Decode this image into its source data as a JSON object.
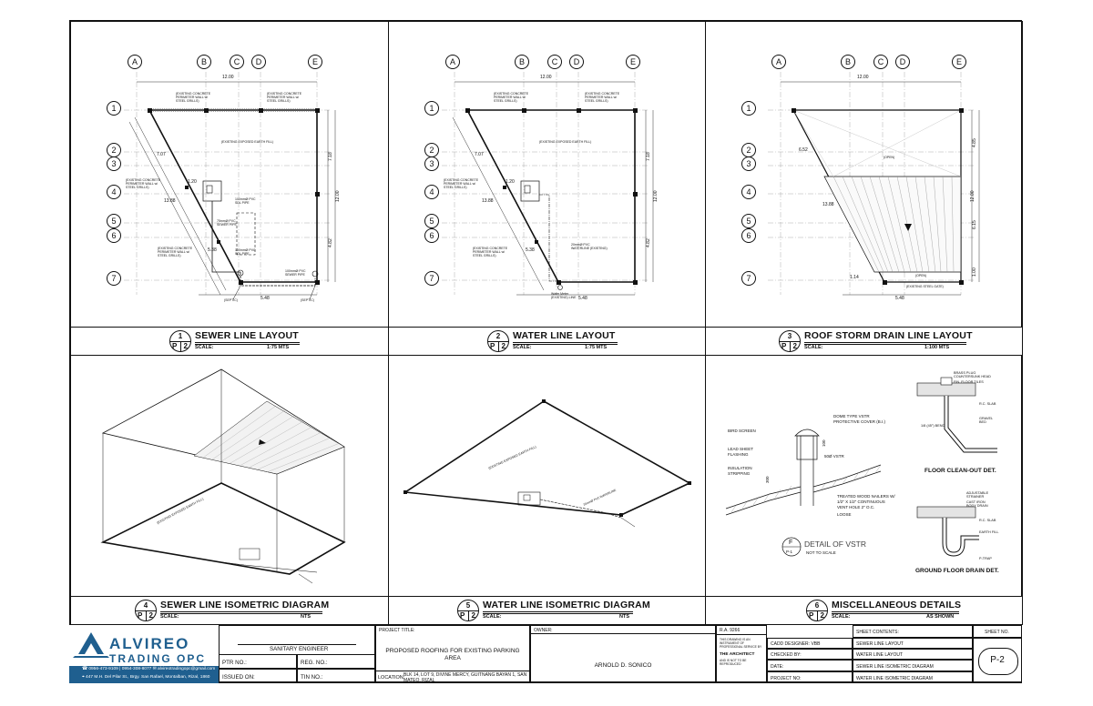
{
  "panels": [
    {
      "num": "1",
      "sheet": "P",
      "sub": "2",
      "title": "SEWER LINE LAYOUT",
      "scale_label": "SCALE:",
      "scale_value": "1:75 MTS"
    },
    {
      "num": "2",
      "sheet": "P",
      "sub": "2",
      "title": "WATER LINE LAYOUT",
      "scale_label": "SCALE:",
      "scale_value": "1:75 MTS"
    },
    {
      "num": "3",
      "sheet": "P",
      "sub": "2",
      "title": "ROOF STORM DRAIN LINE LAYOUT",
      "scale_label": "SCALE:",
      "scale_value": "1:100 MTS"
    },
    {
      "num": "4",
      "sheet": "P",
      "sub": "2",
      "title": "SEWER LINE ISOMETRIC DIAGRAM",
      "scale_label": "SCALE:",
      "scale_value": "NTS"
    },
    {
      "num": "5",
      "sheet": "P",
      "sub": "2",
      "title": "WATER LINE ISOMETRIC DIAGRAM",
      "scale_label": "SCALE:",
      "scale_value": "NTS"
    },
    {
      "num": "6",
      "sheet": "P",
      "sub": "2",
      "title": "MISCELLANEOUS DETAILS",
      "scale_label": "SCALE:",
      "scale_value": "AS SHOWN"
    }
  ],
  "grid": {
    "cols": [
      "A",
      "B",
      "C",
      "D",
      "E"
    ],
    "rows": [
      "1",
      "2",
      "3",
      "4",
      "5",
      "6",
      "7"
    ],
    "dim_top": "12.00",
    "dim_bottom": "5.48",
    "dim_right_total": "12.00",
    "dim_right_a": "7.18",
    "dim_right_b": "4.82",
    "dim_right_c": "4.85",
    "dim_right_d": "6.15",
    "dim_right_e": "1.00"
  },
  "plan_notes": {
    "wall": "(EXISTING CONCRETE PERIMETER WALL w/ STEEL GRILLS)",
    "earth": "(EXISTING EXPOSED EARTH FILL)",
    "pipe_sewer": "100mmØ PVC SDL PIPE",
    "water_main": "20mmØ PVC WATERLINE (EXISTING)",
    "water_meter": "Water Meter (EXISTING) LINE",
    "open": "(OPEN)",
    "steel_gate": "(EXISTING STEEL GATE)",
    "diag_a": "7.07",
    "diag_b": "1.20",
    "diag_c": "13.88",
    "diag_d": "5.38",
    "diag_e": "1.14",
    "diag_f": "6.52"
  },
  "vstr_detail": {
    "bird_screen": "BIRD SCREEN",
    "lead_sheet": "LEAD SHEET FLASHING",
    "insulation": "INSULATION STRIPPING",
    "dome": "DOME TYPE VSTR PROTECTIVE COVER (B.I.)",
    "vstr": "50Ø VSTR",
    "nailers": "TREATED WOOD NAILERS W/ 1/2\" X 1/2\" CONTINUOUS VENT HOLE 2\" O.C.",
    "loose": "LOOSE",
    "dim_300": "300",
    "dim_100": "100",
    "tag_letter": "F",
    "tag_sheet": "P-1",
    "title": "DETAIL OF VSTR",
    "scale": "NOT TO SCALE"
  },
  "cleanout_detail": {
    "brass_plug": "BRASS PLUG COUNTERSUNK HEAD",
    "floor_tiles": "FIN. FLOOR TILES",
    "rc_slab": "R.C. SLAB",
    "gravel": "GRAVEL BED",
    "bend": "1/8 (45°) BEND",
    "title": "FLOOR CLEAN-OUT DET."
  },
  "drain_detail": {
    "strainer": "ADJUSTABLE STRAINER",
    "cast_iron": "CAST IRON BODY DRAIN",
    "rc_slab": "R.C. SLAB",
    "earth_fill": "EARTH FILL",
    "p_trap": "P-TRAP",
    "title": "GROUND FLOOR DRAIN DET."
  },
  "title_block": {
    "company_name_1": "ALVIREO",
    "company_name_2": "TRADING OPC",
    "contact_phone": "0956-473-9109 | 0954-308-8077",
    "contact_email": "alvireotradingopc@gmail.com",
    "contact_address": "447 M.H. Del Pilar St., Brgy. San Rafael, Montalban, Rizal, 1860",
    "engineer_role": "SANITARY ENGINEER",
    "ptr": "PTR NO.:",
    "reg": "REG. NO.:",
    "issued": "ISSUED ON:",
    "tin": "TIN NO.:",
    "project_title_label": "PROJECT TITLE:",
    "project_title": "PROPOSED ROOFING FOR EXISTING PARKING AREA",
    "location_label": "LOCATION:",
    "location": "BLK 14, LOT 9, DIVINE MERCY, GUITNANG BAYAN 1, SAN MATEO, RIZAL",
    "owner_label": "OWNER:",
    "owner": "ARNOLD D. SONICO",
    "ra": "R.A. 9266",
    "ra_note": "THIS DRAWING IS AN INSTRUMENT OF PROFESSIONAL SERVICE BY",
    "architect": "THE ARCHITECT",
    "ra_note_2": "AND IS NOT TO BE REPRODUCED",
    "cadd_designer": "CADD DESIGNER: VBB",
    "checked_by": "CHECKED BY:",
    "date": "DATE:",
    "project_no": "PROJECT NO:",
    "sheet_contents_label": "SHEET CONTENTS:",
    "sheet_contents": [
      "SEWER LINE LAYOUT",
      "WATER LINE LAYOUT",
      "SEWER LINE ISOMETRIC DIAGRAM",
      "WATER LINE ISOMETRIC DIAGRAM"
    ],
    "sheet_no_label": "SHEET NO.",
    "sheet_no": "P-2"
  }
}
